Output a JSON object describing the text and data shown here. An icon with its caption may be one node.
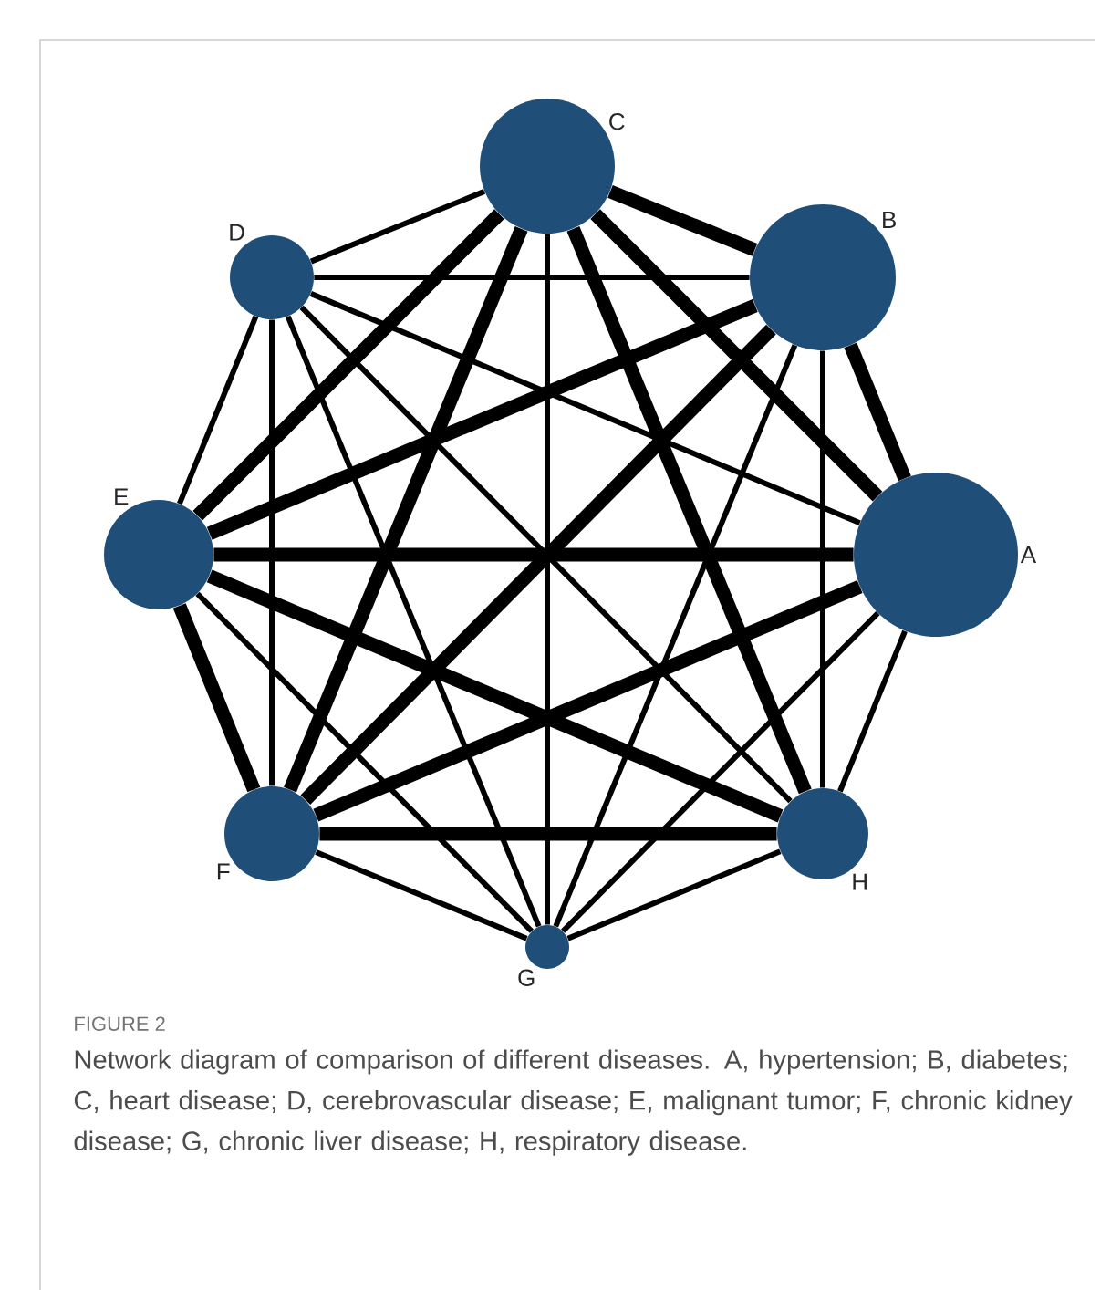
{
  "diagram": {
    "title": "FIGURE 2",
    "caption": "Network diagram of comparison of different diseases. A, hypertension; B, diabetes; C, heart disease; D, cerebrovascular disease; E, malignant tumor; F, chronic kidney disease; G, chronic liver disease; H, respiratory disease.",
    "nodes": [
      {
        "text": [
          "A"
        ]
      },
      {
        "text": [
          "B"
        ]
      },
      {
        "text": [
          "C"
        ]
      },
      {
        "text": [
          "D"
        ]
      },
      {
        "text": [
          "E"
        ]
      },
      {
        "text": [
          "F"
        ]
      },
      {
        "text": [
          "G"
        ]
      },
      {
        "text": [
          "H"
        ]
      }
    ],
    "edges": [
      {
        "from": 0,
        "to": 1,
        "arrow": "none",
        "style": "thick"
      },
      {
        "from": 0,
        "to": 2,
        "arrow": "none",
        "style": "thick"
      },
      {
        "from": 0,
        "to": 3,
        "arrow": "none"
      },
      {
        "from": 0,
        "to": 4,
        "arrow": "none",
        "style": "thick"
      },
      {
        "from": 0,
        "to": 5,
        "arrow": "none",
        "style": "thick"
      },
      {
        "from": 0,
        "to": 6,
        "arrow": "none"
      },
      {
        "from": 0,
        "to": 7,
        "arrow": "none"
      },
      {
        "from": 1,
        "to": 2,
        "arrow": "none",
        "style": "thick"
      },
      {
        "from": 1,
        "to": 3,
        "arrow": "none"
      },
      {
        "from": 1,
        "to": 4,
        "arrow": "none",
        "style": "thick"
      },
      {
        "from": 1,
        "to": 5,
        "arrow": "none",
        "style": "thick"
      },
      {
        "from": 1,
        "to": 6,
        "arrow": "none"
      },
      {
        "from": 1,
        "to": 7,
        "arrow": "none"
      },
      {
        "from": 2,
        "to": 3,
        "arrow": "none"
      },
      {
        "from": 2,
        "to": 4,
        "arrow": "none",
        "style": "thick"
      },
      {
        "from": 2,
        "to": 5,
        "arrow": "none",
        "style": "thick"
      },
      {
        "from": 2,
        "to": 6,
        "arrow": "none"
      },
      {
        "from": 2,
        "to": 7,
        "arrow": "none",
        "style": "thick"
      },
      {
        "from": 3,
        "to": 4,
        "arrow": "none"
      },
      {
        "from": 3,
        "to": 5,
        "arrow": "none"
      },
      {
        "from": 3,
        "to": 6,
        "arrow": "none"
      },
      {
        "from": 3,
        "to": 7,
        "arrow": "none"
      },
      {
        "from": 4,
        "to": 5,
        "arrow": "none",
        "style": "thick"
      },
      {
        "from": 4,
        "to": 6,
        "arrow": "none"
      },
      {
        "from": 4,
        "to": 7,
        "arrow": "none",
        "style": "thick"
      },
      {
        "from": 5,
        "to": 6,
        "arrow": "none"
      },
      {
        "from": 5,
        "to": 7,
        "arrow": "none",
        "style": "thick"
      },
      {
        "from": 6,
        "to": 7,
        "arrow": "none"
      }
    ]
  }
}
